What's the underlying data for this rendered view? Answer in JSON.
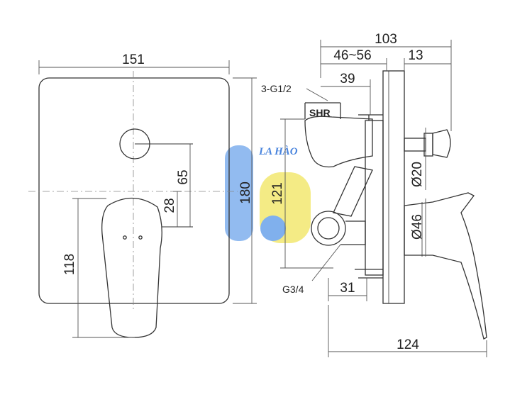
{
  "dimensions": {
    "plate_width": "151",
    "plate_height": "180",
    "button_center_height": "65",
    "lever_offset": "28",
    "lever_height": "118",
    "valve_height": "121",
    "total_depth": "103",
    "wall_range": "46~56",
    "handle_projection": "13",
    "outlet_depth": "39",
    "button_diameter": "Ø20",
    "lever_diameter": "Ø46",
    "inlet_depth": "31",
    "overall_depth": "124"
  },
  "labels": {
    "outlets": "3-G1/2",
    "shower": "SHR",
    "inlet": "G3/4"
  },
  "watermark": {
    "text": "LA HÀO",
    "colors": {
      "blue": "#4a90e2",
      "yellow": "#f5e04a"
    }
  },
  "colors": {
    "line": "#333333",
    "dim_line": "#555555"
  }
}
